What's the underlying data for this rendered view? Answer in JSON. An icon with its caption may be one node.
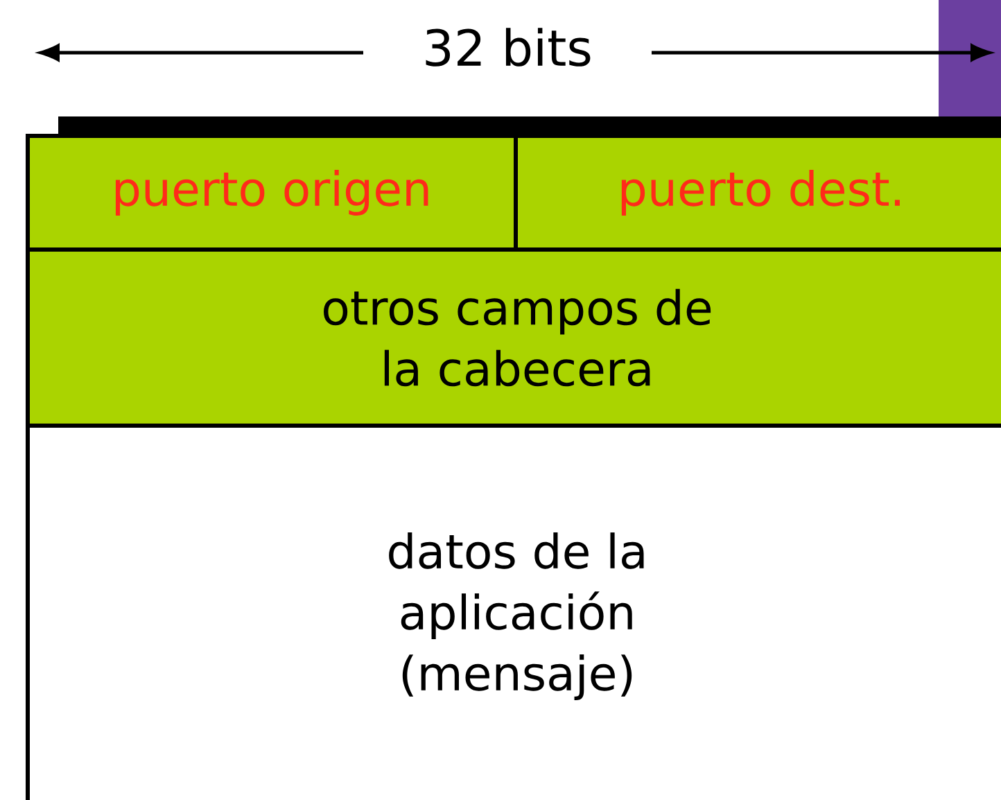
{
  "diagram": {
    "nodes": [
      {
        "text": [
          "puerto origen"
        ]
      },
      {
        "text": [
          "puerto dest."
        ]
      },
      {
        "text": [
          "otros campos de la cabecera"
        ]
      },
      {
        "text": [
          "datos de la aplicación (mensaje)"
        ]
      }
    ],
    "labels": [
      "32 bits"
    ]
  }
}
